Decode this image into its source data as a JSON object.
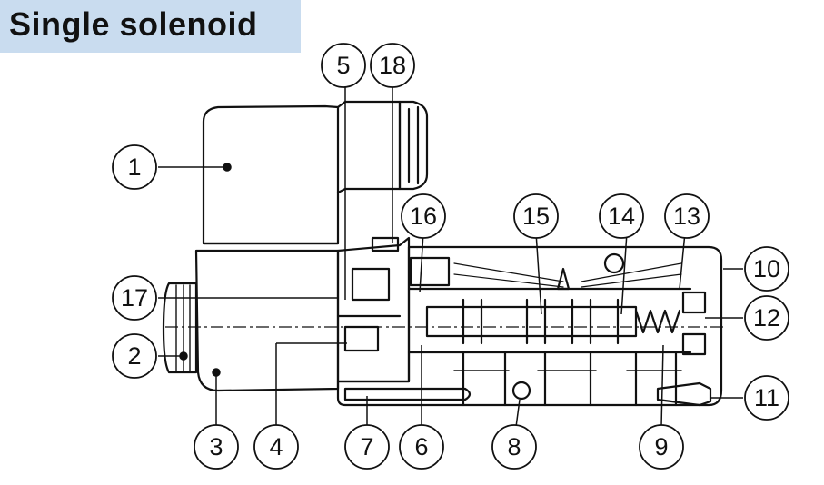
{
  "title": "Single solenoid",
  "callouts": {
    "c1": "1",
    "c2": "2",
    "c3": "3",
    "c4": "4",
    "c5": "5",
    "c6": "6",
    "c7": "7",
    "c8": "8",
    "c9": "9",
    "c10": "10",
    "c11": "11",
    "c12": "12",
    "c13": "13",
    "c14": "14",
    "c15": "15",
    "c16": "16",
    "c17": "17",
    "c18": "18"
  },
  "colors": {
    "title_bg": "#c9dcef",
    "stroke": "#111111"
  }
}
